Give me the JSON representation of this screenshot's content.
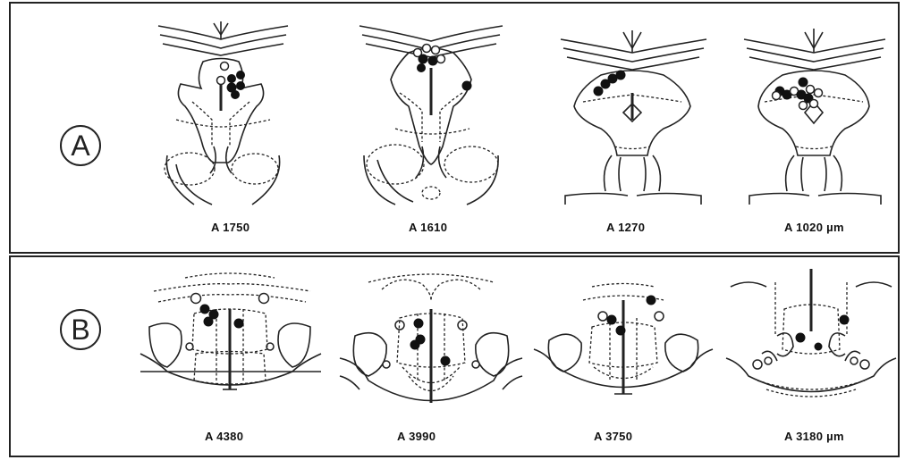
{
  "panel_a": {
    "label": "A",
    "sections": [
      {
        "caption": "A 1750"
      },
      {
        "caption": "A  1610"
      },
      {
        "caption": "A 1270"
      },
      {
        "caption": "A 1020 µm"
      }
    ]
  },
  "panel_b": {
    "label": "B",
    "sections": [
      {
        "caption": "A 4380"
      },
      {
        "caption": "A  3990"
      },
      {
        "caption": "A 3750"
      },
      {
        "caption": "A 3180 µm"
      }
    ]
  },
  "marker_legend": {
    "filled_dot": "filled circle marker",
    "open_dot": "open circle marker"
  }
}
